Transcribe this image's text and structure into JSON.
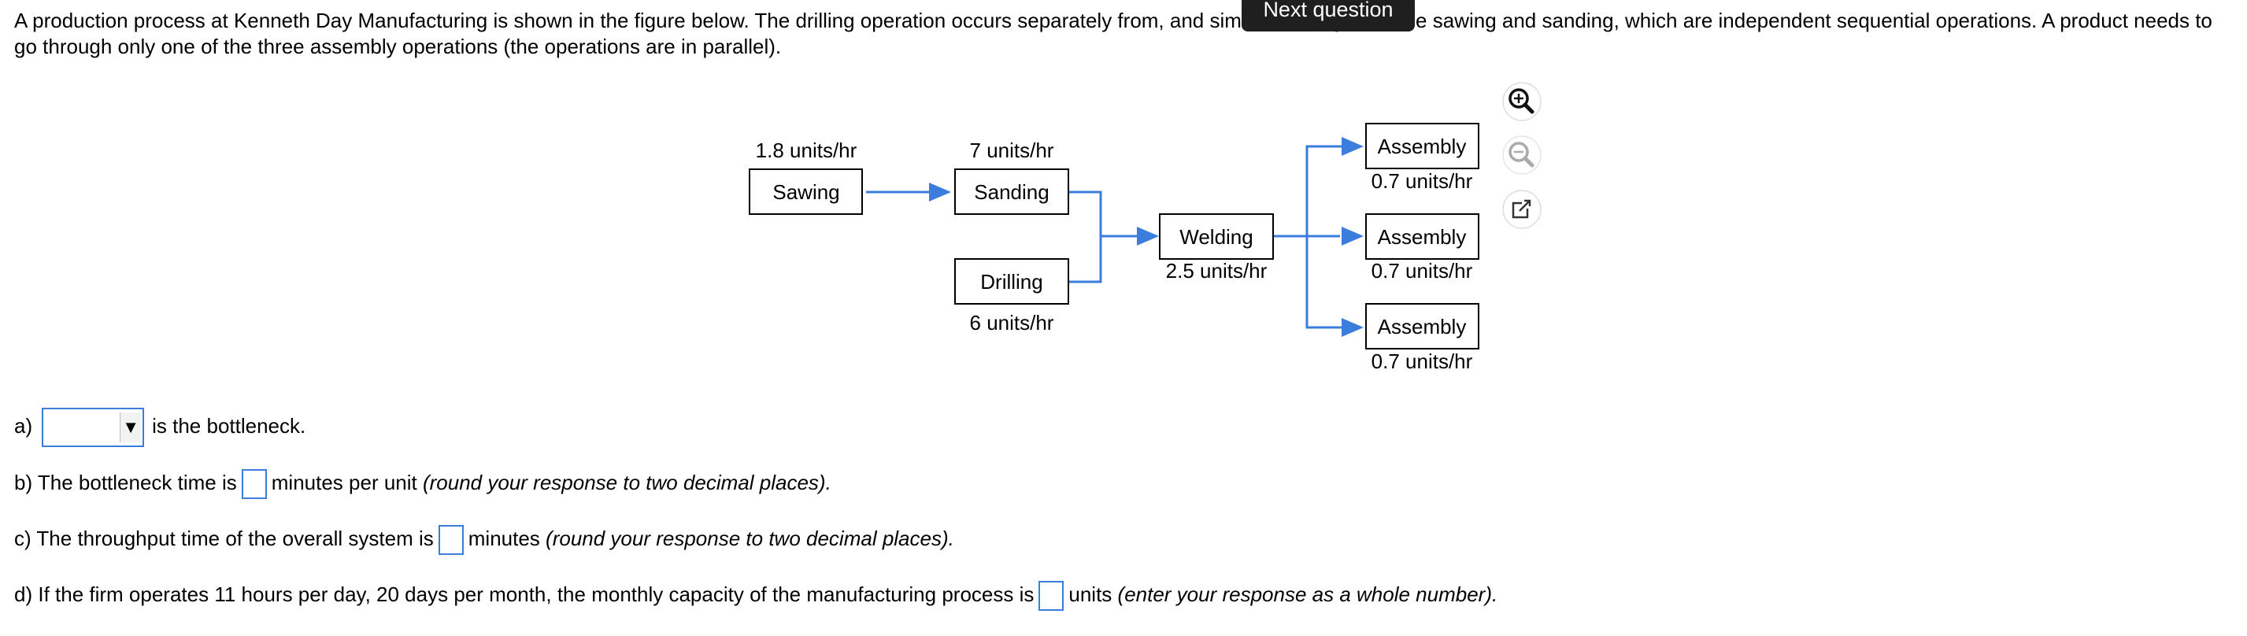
{
  "intro": {
    "line_text": "A production process at Kenneth Day Manufacturing is shown in the figure below. The drilling operation occurs separately from, and simultaneously with, the sawing and sanding, which are independent sequential operations. A product needs to go through only one of the three assembly operations (the operations are in parallel)."
  },
  "tooltip": {
    "label": "Next question"
  },
  "diagram": {
    "sawing": {
      "name": "Sawing",
      "rate": "1.8 units/hr"
    },
    "sanding": {
      "name": "Sanding",
      "rate": "7 units/hr"
    },
    "drilling": {
      "name": "Drilling",
      "rate": "6 units/hr"
    },
    "welding": {
      "name": "Welding",
      "rate": "2.5 units/hr"
    },
    "assembly": [
      {
        "name": "Assembly",
        "rate": "0.7 units/hr"
      },
      {
        "name": "Assembly",
        "rate": "0.7 units/hr"
      },
      {
        "name": "Assembly",
        "rate": "0.7 units/hr"
      }
    ],
    "colors": {
      "flow": "#3b7ddd"
    }
  },
  "tools": {
    "zoom_in": "zoom-in-icon",
    "zoom_out": "zoom-out-icon",
    "popout": "external-link-icon"
  },
  "questions": {
    "a": {
      "prefix": "a)",
      "select_value": "",
      "suffix": "is the bottleneck."
    },
    "b": {
      "prefix": "b) The bottleneck time is",
      "mid": "minutes per unit",
      "hint": "(round your response to two decimal places)."
    },
    "c": {
      "prefix": "c) The throughput time of the overall system is",
      "mid": "minutes",
      "hint": "(round your response to two decimal places)."
    },
    "d": {
      "prefix": "d) If the firm operates 11 hours per day, 20 days per month, the monthly capacity of the manufacturing process is",
      "mid": "units",
      "hint": "(enter your response as a whole number)."
    }
  }
}
